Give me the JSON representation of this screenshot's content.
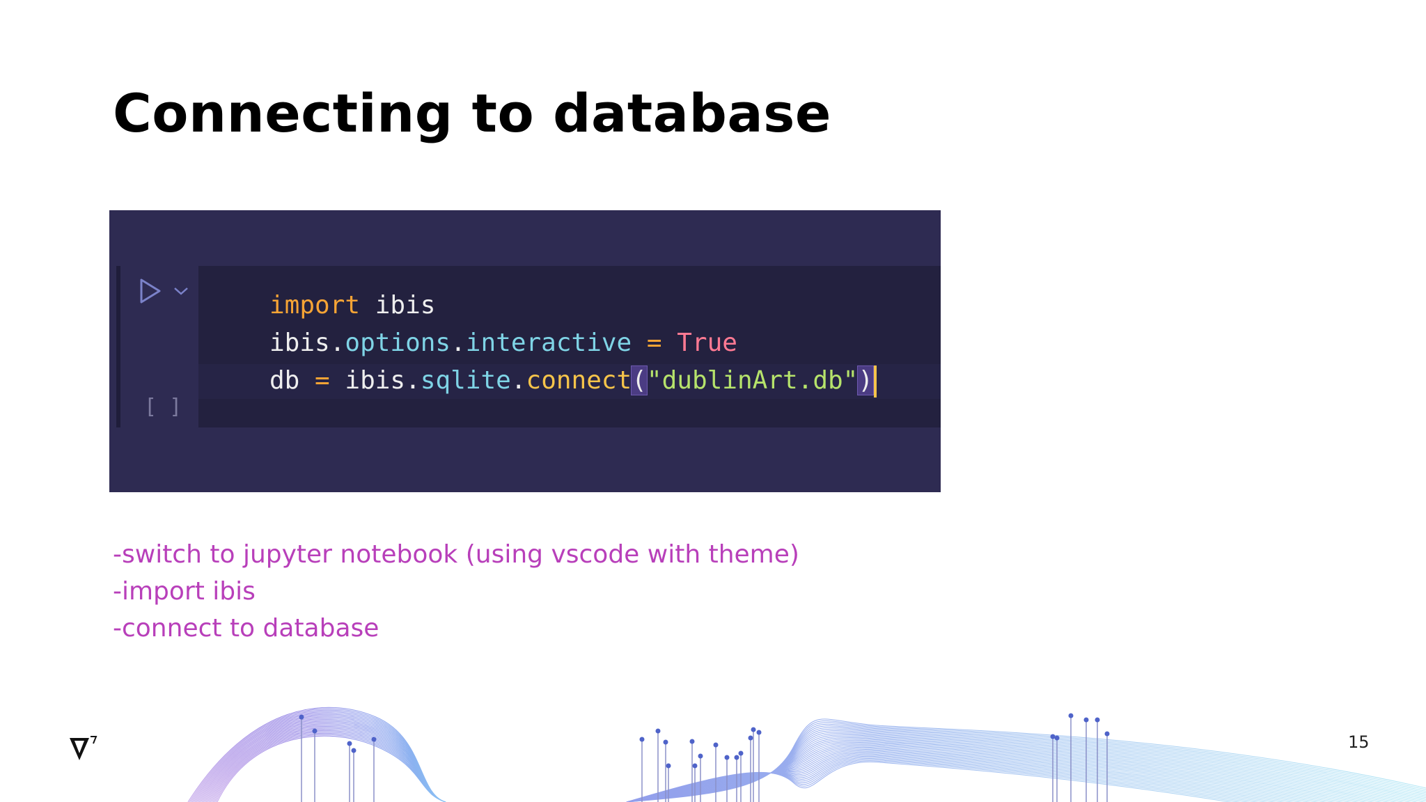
{
  "slide": {
    "title": "Connecting to database",
    "page_number": "15"
  },
  "notebook": {
    "execution_count": "[ ]",
    "code_lines": [
      {
        "segments": [
          {
            "text": "import",
            "cls": "kw"
          },
          {
            "text": " ibis",
            "cls": "var"
          }
        ]
      },
      {
        "segments": [
          {
            "text": "ibis",
            "cls": "var"
          },
          {
            "text": ".",
            "cls": "var"
          },
          {
            "text": "options",
            "cls": "prop"
          },
          {
            "text": ".",
            "cls": "var"
          },
          {
            "text": "interactive",
            "cls": "prop"
          },
          {
            "text": " = ",
            "cls": "op"
          },
          {
            "text": "True",
            "cls": "bool"
          }
        ]
      },
      {
        "segments": [
          {
            "text": "db",
            "cls": "var"
          },
          {
            "text": " = ",
            "cls": "op"
          },
          {
            "text": "ibis",
            "cls": "var"
          },
          {
            "text": ".",
            "cls": "var"
          },
          {
            "text": "sqlite",
            "cls": "prop"
          },
          {
            "text": ".",
            "cls": "var"
          },
          {
            "text": "connect",
            "cls": "fn"
          },
          {
            "text": "(",
            "cls": "brk"
          },
          {
            "text": "\"dublinArt.db\"",
            "cls": "str"
          },
          {
            "text": ")",
            "cls": "brk"
          }
        ]
      }
    ]
  },
  "notes": [
    "-switch to jupyter notebook (using vscode with theme)",
    "-import ibis",
    "-connect to database"
  ],
  "icons": {
    "run": "play-icon",
    "chevron": "chevron-down-icon",
    "logo": "brand-logo-icon"
  },
  "colors": {
    "notes_text": "#b83fba",
    "editor_bg": "#2e2b52",
    "code_bg": "#23213f"
  }
}
